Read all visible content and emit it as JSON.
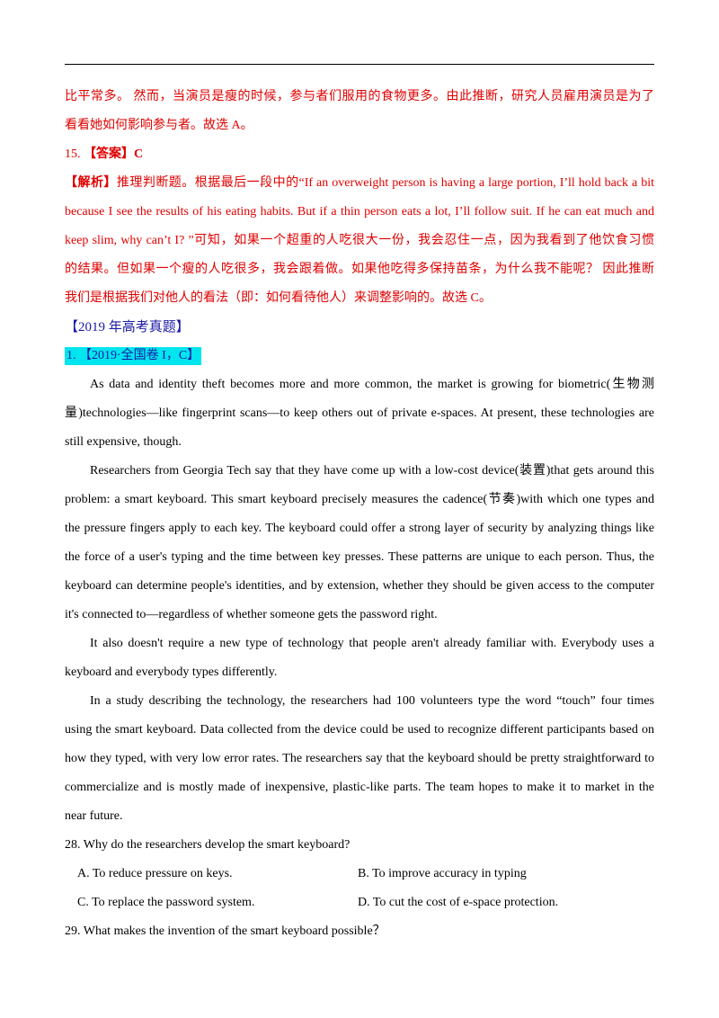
{
  "analysis14": {
    "line1": "比平常多。 然而，当演员是瘦的时候，参与者们服用的食物更多。由此推断，研究人员雇用演员是为了",
    "line2": "看看她如何影响参与者。故选 A。"
  },
  "q15": {
    "number": "15.",
    "answer_label": "【答案】",
    "answer": "C",
    "analysis_label": "【解析】",
    "lines": [
      "推理判断题。根据最后一段中的“If an overweight person is having a large portion, I’ll hold back a bit",
      "because I see the results of his eating habits. But if a thin person eats a lot, I’ll follow suit. If he can eat much and",
      "keep slim, why can’t I? ”可知，如果一个超重的人吃很大一份，我会忍住一点，因为我看到了他饮食习惯",
      "的结果。但如果一个瘦的人吃很多，我会跟着做。如果他吃得多保持苗条，为什么我不能呢？ 因此推断",
      "我们是根据我们对他人的看法（即：如何看待他人）来调整影响的。故选 C。"
    ]
  },
  "section_title": "【2019 年高考真题】",
  "exam_tag": "1. 【2019·全国卷 I，C】",
  "passage": [
    [
      "As data and identity theft becomes more and more common, the market is growing for biometric(生物测",
      "量)technologies—like fingerprint scans—to keep others out of private e-spaces. At present, these technologies are",
      "still expensive, though."
    ],
    [
      "Researchers from Georgia Tech say that they have come up with a low-cost device(装置)that gets around this",
      "problem: a smart keyboard. This smart keyboard precisely measures the cadence(节奏)with which one types and",
      "the pressure fingers apply to each key. The keyboard could offer a strong layer of security by analyzing things like",
      "the force of a user's typing and the time between key presses. These patterns are unique to each person. Thus, the",
      "keyboard can determine people's identities, and by extension, whether they should be given access to the computer",
      "it's connected to—regardless of whether someone gets the password right."
    ],
    [
      "It also doesn't require a new type of technology that people aren't already familiar with. Everybody uses a",
      "keyboard and everybody types differently."
    ],
    [
      "In a study describing the technology, the researchers had 100 volunteers type the word “touch” four times",
      "using the smart keyboard. Data collected from the device could be used to recognize different participants based on",
      "how they typed, with very low error rates. The researchers say that the keyboard should be pretty straightforward to",
      "commercialize and is mostly made of inexpensive, plastic-like parts. The team hopes to make it to market in the",
      "near future."
    ]
  ],
  "q28": {
    "stem": "28. Why do the researchers develop the smart keyboard?",
    "options": [
      "A. To reduce pressure on keys.",
      "B. To improve accuracy in typing",
      "C. To replace the password system.",
      "D. To cut the cost of e-space protection."
    ]
  },
  "q29": {
    "stem": "29. What makes the invention of the smart keyboard possible？"
  }
}
